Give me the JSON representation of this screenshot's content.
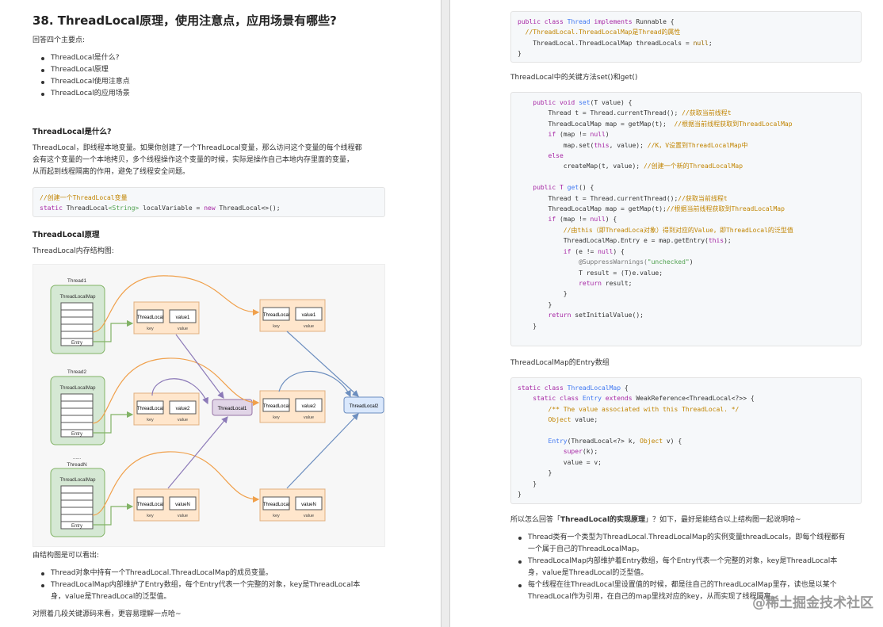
{
  "left": {
    "title": "38. ThreadLocal原理，使用注意点，应用场景有哪些?",
    "intro": "回答四个主要点:",
    "points": [
      "ThreadLocal是什么?",
      "ThreadLocal原理",
      "ThreadLocal使用注意点",
      "ThreadLocal的应用场景"
    ],
    "what_heading": "ThreadLocal是什么?",
    "what_body": [
      "ThreadLocal，即线程本地变量。如果你创建了一个ThreadLocal变量，那么访问这个变量的每个线程都",
      "会有这个变量的一个本地拷贝，多个线程操作这个变量的时候，实际是操作自己本地内存里面的变量，",
      "从而起到线程隔离的作用，避免了线程安全问题。"
    ],
    "code1": {
      "comment": "//创建一个ThreadLocal变量",
      "kw_static": "static",
      "type": "ThreadLocal",
      "generic": "<String>",
      "var": "localVariable",
      "eq": "=",
      "kw_new": "new",
      "ctor": "ThreadLocal<>();"
    },
    "principle_heading": "ThreadLocal原理",
    "memory_label": "ThreadLocal内存结构图:",
    "diagram": {
      "threads": [
        "Thread1",
        "Thread2",
        "ThreadN"
      ],
      "map_label": "ThreadLocalMap",
      "entry_label": "Entry",
      "dots": "......",
      "tl_label": "ThreadLocal",
      "key_label": "key",
      "value_label": "value",
      "values_a": [
        "value1",
        "value2",
        "valueN"
      ],
      "values_b": [
        "value1",
        "value2",
        "valueN"
      ],
      "tl1": "ThreadLocal1",
      "tl2": "ThreadLocal2"
    },
    "conclusion": "由结构图是可以看出:",
    "conclusions": [
      "Thread对象中持有一个ThreadLocal.ThreadLocalMap的成员变量。",
      "ThreadLocalMap内部维护了Entry数组，每个Entry代表一个完整的对象，key是ThreadLocal本",
      "身，value是ThreadLocal的泛型值。"
    ],
    "footer": "对照着几段关键源码来看，更容易理解一点哈~"
  },
  "right": {
    "code_a": {
      "l1a": "public class",
      "l1b": "Thread",
      "l1c": "implements",
      "l1d": "Runnable {",
      "l2": "//ThreadLocal.ThreadLocalMap是Thread的属性",
      "l3a": "ThreadLocal.ThreadLocalMap threadLocals =",
      "l3b": "null",
      "l3c": ";",
      "l4": "}"
    },
    "methods_label": "ThreadLocal中的关键方法set()和get()",
    "code_b": [
      [
        "    ",
        "public void ",
        "set",
        "(T value) {"
      ],
      [
        "        Thread t = Thread.currentThread(); ",
        "//获取当前线程t"
      ],
      [
        "        ThreadLocalMap map = getMap(t);  ",
        "//根据当前线程获取到ThreadLocalMap"
      ],
      [
        "        ",
        "if",
        " (map != ",
        "null",
        ")"
      ],
      [
        "            map.set(",
        "this",
        ", value); ",
        "//K，V设置到ThreadLocalMap中"
      ],
      [
        "        ",
        "else"
      ],
      [
        "            createMap(t, value); ",
        "//创建一个新的ThreadLocalMap"
      ],
      [
        ""
      ],
      [
        "    ",
        "public ",
        "T ",
        "get",
        "() {"
      ],
      [
        "        Thread t = Thread.currentThread();",
        "//获取当前线程t"
      ],
      [
        "        ThreadLocalMap map = getMap(t);",
        "//根据当前线程获取到ThreadLocalMap"
      ],
      [
        "        ",
        "if",
        " (map != ",
        "null",
        ") {"
      ],
      [
        "            ",
        "//由this（即ThreadLoca对象）得到对应的Value，即ThreadLocal的泛型值"
      ],
      [
        "            ThreadLocalMap.Entry e = map.getEntry(",
        "this",
        ");"
      ],
      [
        "            ",
        "if",
        " (e != ",
        "null",
        ") {"
      ],
      [
        "                ",
        "@SuppressWarnings(",
        "\"unchecked\"",
        ")"
      ],
      [
        "                T result = (T)e.value;"
      ],
      [
        "                ",
        "return",
        " result;"
      ],
      [
        "            }"
      ],
      [
        "        }"
      ],
      [
        "        ",
        "return",
        " setInitialValue();"
      ],
      [
        "    }"
      ]
    ],
    "entry_label": "ThreadLocalMap的Entry数组",
    "code_c": [
      [
        "",
        "static class ",
        "ThreadLocalMap",
        " {"
      ],
      [
        "    ",
        "static class ",
        "Entry ",
        "extends ",
        "WeakReference<ThreadLocal<?>> {"
      ],
      [
        "        ",
        "/** The value associated with this ThreadLocal. */"
      ],
      [
        "        ",
        "Object",
        " value;"
      ],
      [
        ""
      ],
      [
        "        ",
        "Entry",
        "(ThreadLocal<?> k, ",
        "Object",
        " v) {"
      ],
      [
        "            ",
        "super",
        "(k);"
      ],
      [
        "            value = v;"
      ],
      [
        "        }"
      ],
      [
        "    }"
      ],
      [
        "}"
      ]
    ],
    "answer_a": "所以怎么回答「",
    "answer_b": "ThreadLocal的实现原理",
    "answer_c": "」？如下，最好是能结合以上结构图一起说明哈~",
    "bullets": [
      [
        "Thread类有一个类型为ThreadLocal.ThreadLocalMap的实例变量threadLocals，即每个线程都有",
        "一个属于自己的ThreadLocalMap。"
      ],
      [
        "ThreadLocalMap内部维护着Entry数组，每个Entry代表一个完整的对象，key是ThreadLocal本",
        "身，value是ThreadLocal的泛型值。"
      ],
      [
        "每个线程在往ThreadLocal里设置值的时候，都是往自己的ThreadLocalMap里存，读也是以某个",
        "ThreadLocal作为引用，在自己的map里找对应的key，从而实现了线程隔离。"
      ]
    ],
    "watermark": "@稀土掘金技术社区"
  }
}
